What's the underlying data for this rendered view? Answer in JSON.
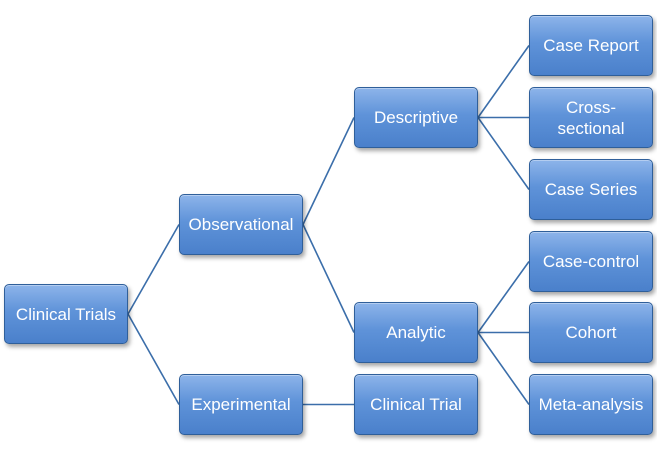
{
  "diagram": {
    "nodes": {
      "clinical_trials": "Clinical Trials",
      "observational": "Observational",
      "experimental": "Experimental",
      "descriptive": "Descriptive",
      "analytic": "Analytic",
      "clinical_trial": "Clinical Trial",
      "case_report": "Case Report",
      "cross_sectional": "Cross-sectional",
      "case_series": "Case Series",
      "case_control": "Case-control",
      "cohort": "Cohort",
      "meta_analysis": "Meta-analysis"
    },
    "edges": [
      [
        "clinical_trials",
        "observational"
      ],
      [
        "clinical_trials",
        "experimental"
      ],
      [
        "observational",
        "descriptive"
      ],
      [
        "observational",
        "analytic"
      ],
      [
        "experimental",
        "clinical_trial"
      ],
      [
        "descriptive",
        "case_report"
      ],
      [
        "descriptive",
        "cross_sectional"
      ],
      [
        "descriptive",
        "case_series"
      ],
      [
        "analytic",
        "case_control"
      ],
      [
        "analytic",
        "cohort"
      ],
      [
        "analytic",
        "meta_analysis"
      ]
    ],
    "colors": {
      "box_fill_top": "#8db4ea",
      "box_fill_bottom": "#4a80cb",
      "box_border": "#2f5f9a",
      "connector": "#3b6eaa",
      "text": "#ffffff"
    }
  }
}
